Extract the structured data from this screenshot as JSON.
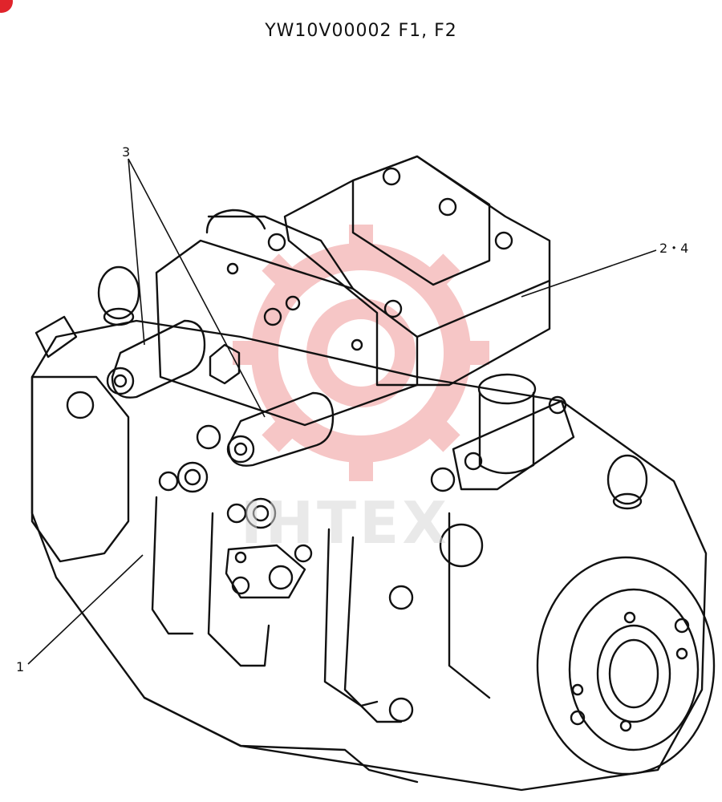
{
  "title": "YW10V00002 F1, F2",
  "callouts": {
    "part_1": "1",
    "part_2_4": "2・4",
    "part_3": "3"
  },
  "watermark": {
    "text": "IHTEX",
    "color": "#f3b3b3"
  },
  "colors": {
    "line": "#111111",
    "corner_mark": "#e0242b"
  }
}
